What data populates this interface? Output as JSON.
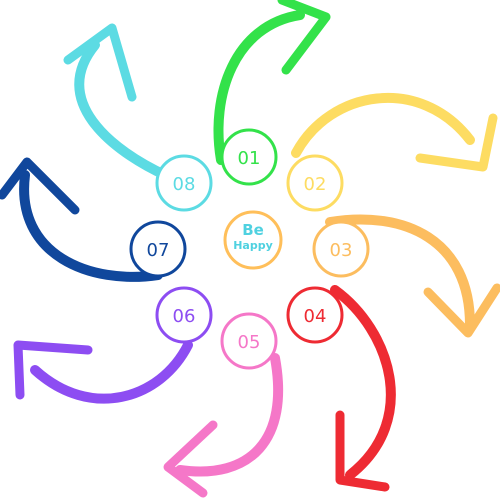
{
  "center": {
    "line1": "Be",
    "line2": "Happy"
  },
  "steps": [
    {
      "label": "01",
      "color": "#33e24a"
    },
    {
      "label": "02",
      "color": "#fddc62"
    },
    {
      "label": "03",
      "color": "#fcbd5f"
    },
    {
      "label": "04",
      "color": "#ee2b33"
    },
    {
      "label": "05",
      "color": "#f577c8"
    },
    {
      "label": "06",
      "color": "#8d4df2"
    },
    {
      "label": "07",
      "color": "#10479c"
    },
    {
      "label": "08",
      "color": "#5cdbe3"
    }
  ],
  "colors": {
    "be": "#4fd1e0",
    "happy": "#4fd1e0",
    "center_ring": "#ffbf5a"
  }
}
